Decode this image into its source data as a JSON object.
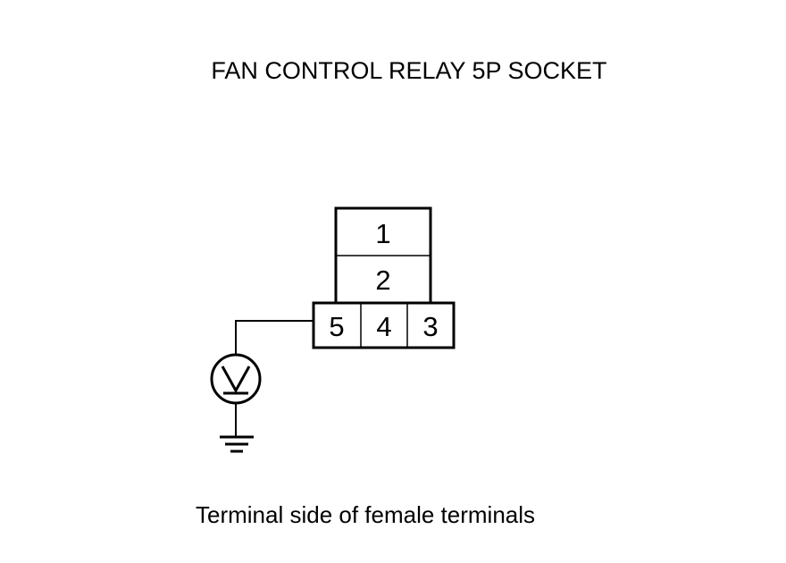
{
  "title": "FAN CONTROL RELAY 5P SOCKET",
  "caption": "Terminal side of female terminals",
  "connector": {
    "upper_terminals": [
      "1",
      "2"
    ],
    "lower_terminals": [
      "5",
      "4",
      "3"
    ]
  },
  "meter_icon": "voltmeter-icon",
  "ground_icon": "ground-icon"
}
